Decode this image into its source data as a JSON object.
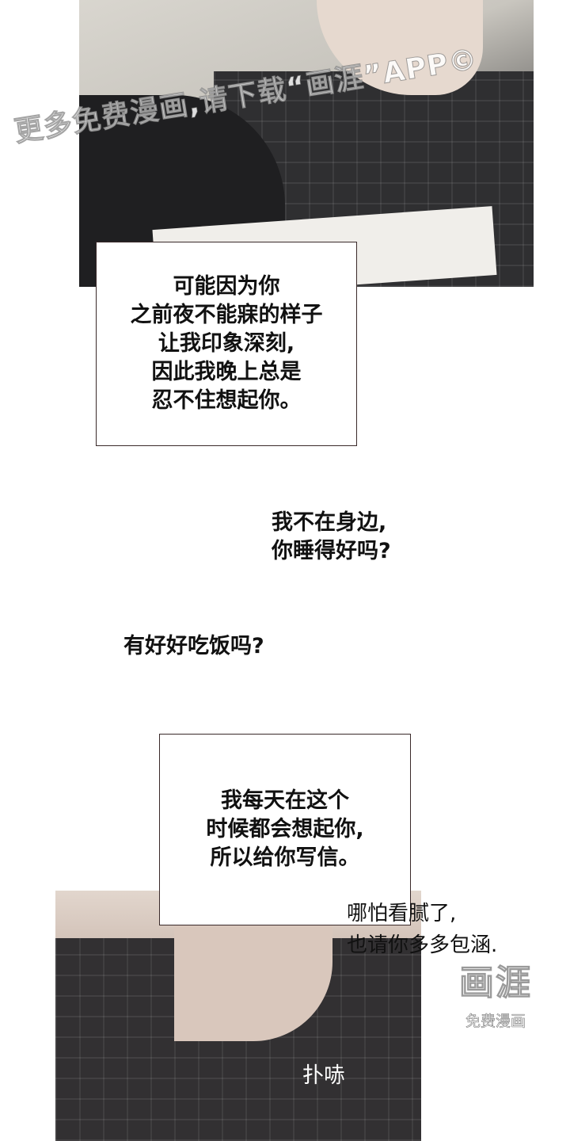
{
  "watermark": {
    "text": "更多免费漫画,请下载“画涯”APP©"
  },
  "dialogue": {
    "box1": "可能因为你\n之前夜不能寐的样子\n让我印象深刻,\n因此我晚上总是\n忍不住想起你。",
    "line1": "我不在身边,\n你睡得好吗?",
    "line2": "有好好吃饭吗?",
    "box2": "我每天在这个\n时候都会想起你,\n所以给你写信。",
    "line3": "哪怕看腻了,\n也请你多多包涵.",
    "sfx": "扑哧"
  },
  "logo": {
    "mark": "画涯",
    "caption": "免费漫画"
  }
}
